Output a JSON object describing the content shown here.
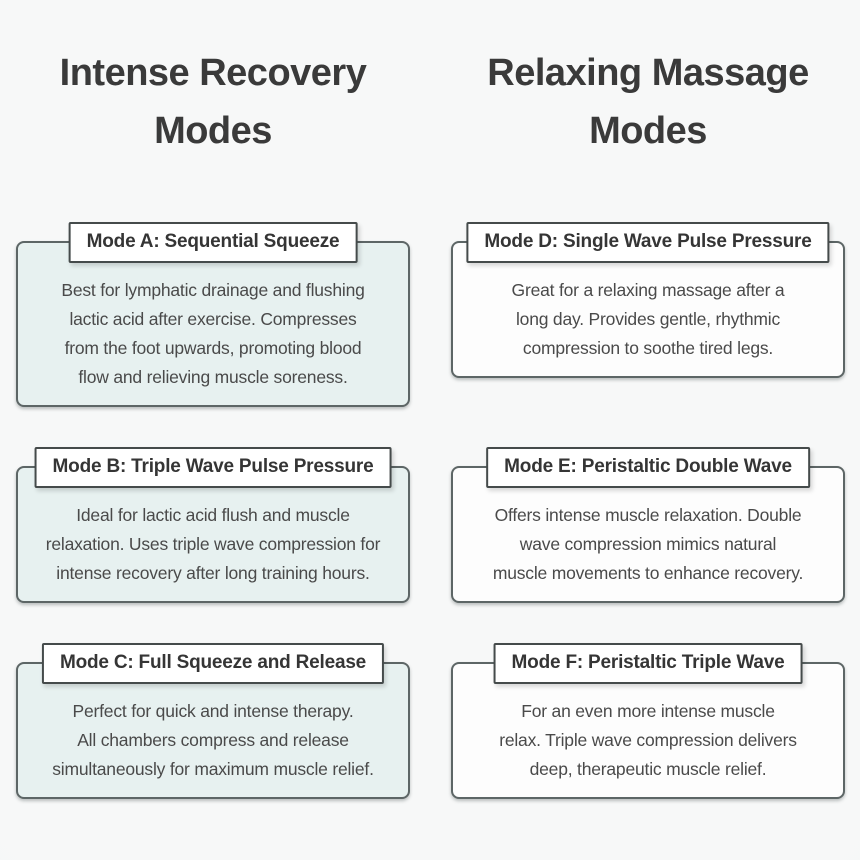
{
  "headers": {
    "left": "Intense Recovery Modes",
    "right": "Relaxing Massage Modes"
  },
  "cards": [
    {
      "mode": "A",
      "group": "recovery",
      "title": "Mode A: Sequential Squeeze",
      "description": "Best for lymphatic drainage and flushing lactic acid after exercise. Compresses from the foot upwards, promoting blood flow and relieving muscle soreness."
    },
    {
      "mode": "D",
      "group": "massage",
      "title": "Mode D: Single Wave Pulse Pressure",
      "description": "Great for a relaxing massage after a long day. Provides gentle, rhythmic compression to soothe tired legs."
    },
    {
      "mode": "B",
      "group": "recovery",
      "title": "Mode B: Triple Wave Pulse Pressure",
      "description": "Ideal for lactic acid flush and muscle relaxation. Uses triple wave compression for intense recovery after long training hours."
    },
    {
      "mode": "E",
      "group": "massage",
      "title": "Mode E: Peristaltic Double Wave",
      "description": "Offers intense muscle relaxation. Double wave compression mimics natural muscle movements to enhance recovery."
    },
    {
      "mode": "C",
      "group": "recovery",
      "title": "Mode C: Full Squeeze and Release",
      "description": "Perfect for quick and intense therapy. All chambers compress and release simultaneously for maximum muscle relief."
    },
    {
      "mode": "F",
      "group": "massage",
      "title": "Mode F: Peristaltic Triple Wave",
      "description": "For an even more intense muscle relax. Triple wave compression delivers deep, therapeutic muscle relief."
    }
  ],
  "colors": {
    "page_bg": "#f6f7f7",
    "recovery_card_bg": "#e7f1f0",
    "massage_card_bg": "#fdfdfd",
    "card_border": "#5d6666",
    "title_box_border": "#454b4b",
    "heading_text": "#3a3a3a",
    "body_text": "#4a4a4a"
  }
}
